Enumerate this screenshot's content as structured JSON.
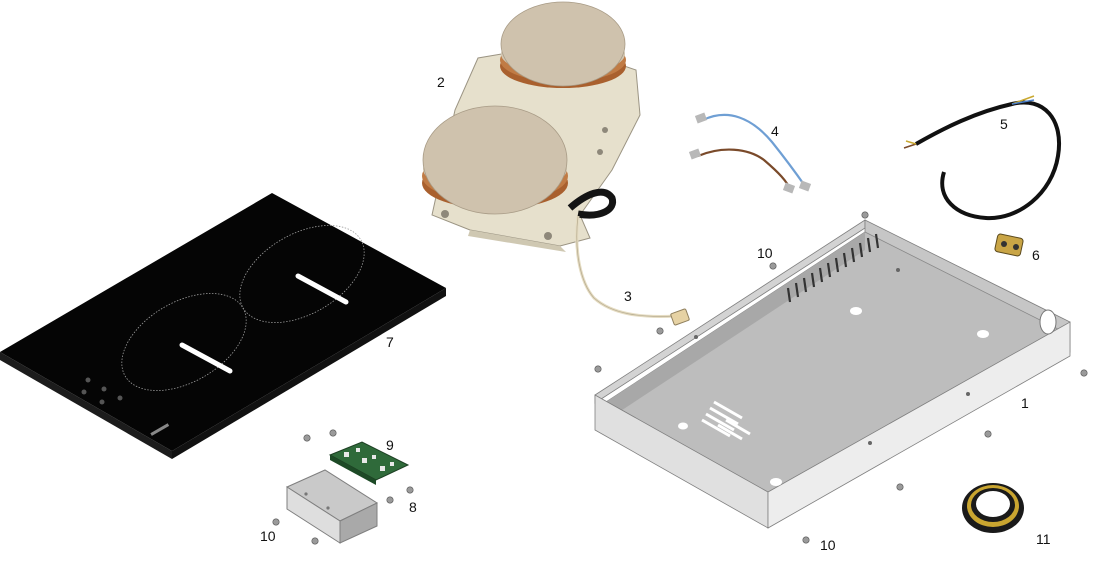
{
  "labels": {
    "p1": "1",
    "p2": "2",
    "p3": "3",
    "p4": "4",
    "p5": "5",
    "p6": "6",
    "p7": "7",
    "p8": "8",
    "p9": "9",
    "p10a": "10",
    "p10b": "10",
    "p10c": "10",
    "p11": "11"
  },
  "colors": {
    "glass": "#050505",
    "steel": "#b8b8b8",
    "coil_plate": "#cfc2ad",
    "copper": "#b8703a",
    "plastic_frame": "#e6e0cc",
    "blue_wire": "#6f9fd4",
    "brown_wire": "#7a4a2a",
    "pcb": "#2f6a3a"
  }
}
